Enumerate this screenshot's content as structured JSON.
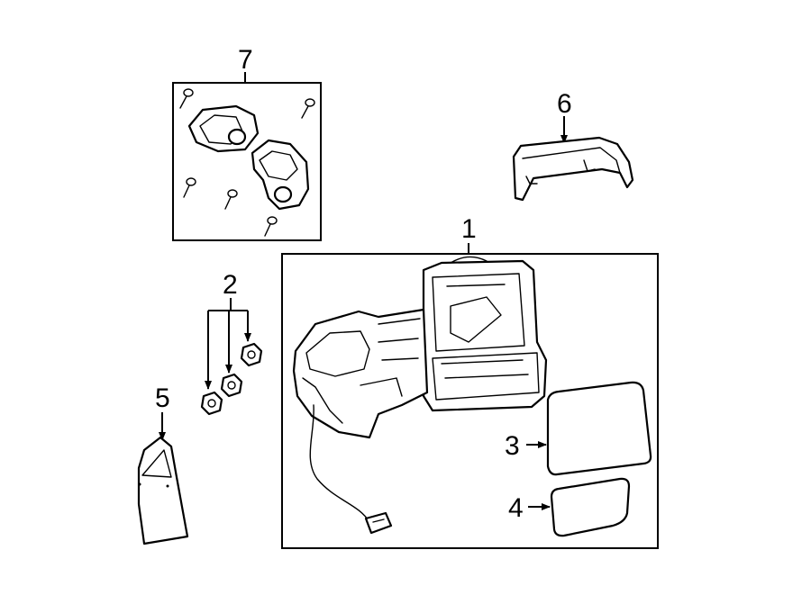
{
  "callouts": {
    "c1": "1",
    "c2": "2",
    "c3": "3",
    "c4": "4",
    "c5": "5",
    "c6": "6",
    "c7": "7"
  },
  "parts": [
    {
      "id": "1",
      "icon": "mirror-assembly-icon"
    },
    {
      "id": "2",
      "icon": "nut-icon"
    },
    {
      "id": "3",
      "icon": "mirror-glass-icon"
    },
    {
      "id": "4",
      "icon": "spotter-glass-icon"
    },
    {
      "id": "5",
      "icon": "cover-cap-icon"
    },
    {
      "id": "6",
      "icon": "mirror-cover-icon"
    },
    {
      "id": "7",
      "icon": "mounting-kit-icon"
    }
  ]
}
